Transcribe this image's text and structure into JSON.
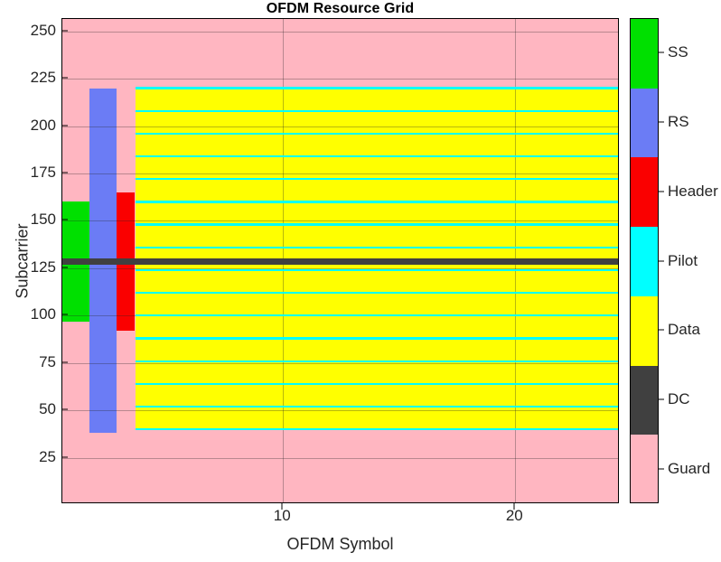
{
  "figure": {
    "title": "OFDM Resource Grid",
    "background": "#ffffff"
  },
  "axes": {
    "xlabel": "OFDM Symbol",
    "ylabel": "Subcarrier",
    "xticks": [
      10,
      20
    ],
    "xticklabels": [
      "10",
      "20"
    ],
    "yticks": [
      25,
      50,
      75,
      100,
      125,
      150,
      175,
      200,
      225,
      250
    ],
    "yticklabels": [
      "25",
      "50",
      "75",
      "100",
      "125",
      "150",
      "175",
      "200",
      "225",
      "250"
    ],
    "xlim": [
      0.5,
      24.5
    ],
    "ylim": [
      0.5,
      256.5
    ],
    "grid": true
  },
  "colorbar": {
    "position": "right",
    "entries": [
      {
        "label": "SS",
        "color": "#00e000"
      },
      {
        "label": "RS",
        "color": "#6b7cf5"
      },
      {
        "label": "Header",
        "color": "#fa0000"
      },
      {
        "label": "Pilot",
        "color": "#00ffff"
      },
      {
        "label": "Data",
        "color": "#ffff00"
      },
      {
        "label": "DC",
        "color": "#404040"
      },
      {
        "label": "Guard",
        "color": "#ffb6c1"
      }
    ]
  },
  "chart_data": {
    "type": "heatmap",
    "title": "OFDM Resource Grid",
    "xlabel": "OFDM Symbol",
    "ylabel": "Subcarrier",
    "xlim": [
      0.5,
      24.5
    ],
    "ylim": [
      0.5,
      256.5
    ],
    "xticks": [
      10,
      20
    ],
    "yticks": [
      25,
      50,
      75,
      100,
      125,
      150,
      175,
      200,
      225,
      250
    ],
    "grid": true,
    "legend_position": "right",
    "categories": [
      "SS",
      "RS",
      "Header",
      "Pilot",
      "Data",
      "DC",
      "Guard"
    ],
    "category_colors": [
      "#00e000",
      "#6b7cf5",
      "#fa0000",
      "#00ffff",
      "#ffff00",
      "#404040",
      "#ffb6c1"
    ],
    "regions": [
      {
        "name": "Guard",
        "color": "#ffb6c1",
        "x_range": [
          0.5,
          24.5
        ],
        "y_range": [
          0.5,
          256.5
        ],
        "note": "background fill covering full grid"
      },
      {
        "name": "SS",
        "color": "#00e000",
        "x_range": [
          0.5,
          1.66
        ],
        "y_range": [
          97,
          160
        ]
      },
      {
        "name": "RS",
        "color": "#6b7cf5",
        "x_range": [
          1.66,
          2.85
        ],
        "y_range": [
          38,
          220
        ]
      },
      {
        "name": "Header",
        "color": "#fa0000",
        "x_range": [
          2.85,
          3.6
        ],
        "y_range": [
          92,
          165
        ]
      },
      {
        "name": "Data",
        "color": "#ffff00",
        "x_range": [
          3.66,
          24.5
        ],
        "y_range": [
          40,
          220
        ]
      },
      {
        "name": "DC",
        "color": "#404040",
        "x_range": [
          0.5,
          24.5
        ],
        "y_range": [
          127,
          130
        ],
        "note": "DC subcarrier line at 128"
      }
    ],
    "pilot_rows": {
      "name": "Pilot",
      "color": "#00ffff",
      "x_range": [
        3.66,
        24.5
      ],
      "subcarriers": [
        40,
        52,
        64,
        76,
        88,
        100,
        112,
        124,
        136,
        148,
        160,
        172,
        184,
        196,
        208,
        220
      ],
      "spacing": 12
    }
  }
}
